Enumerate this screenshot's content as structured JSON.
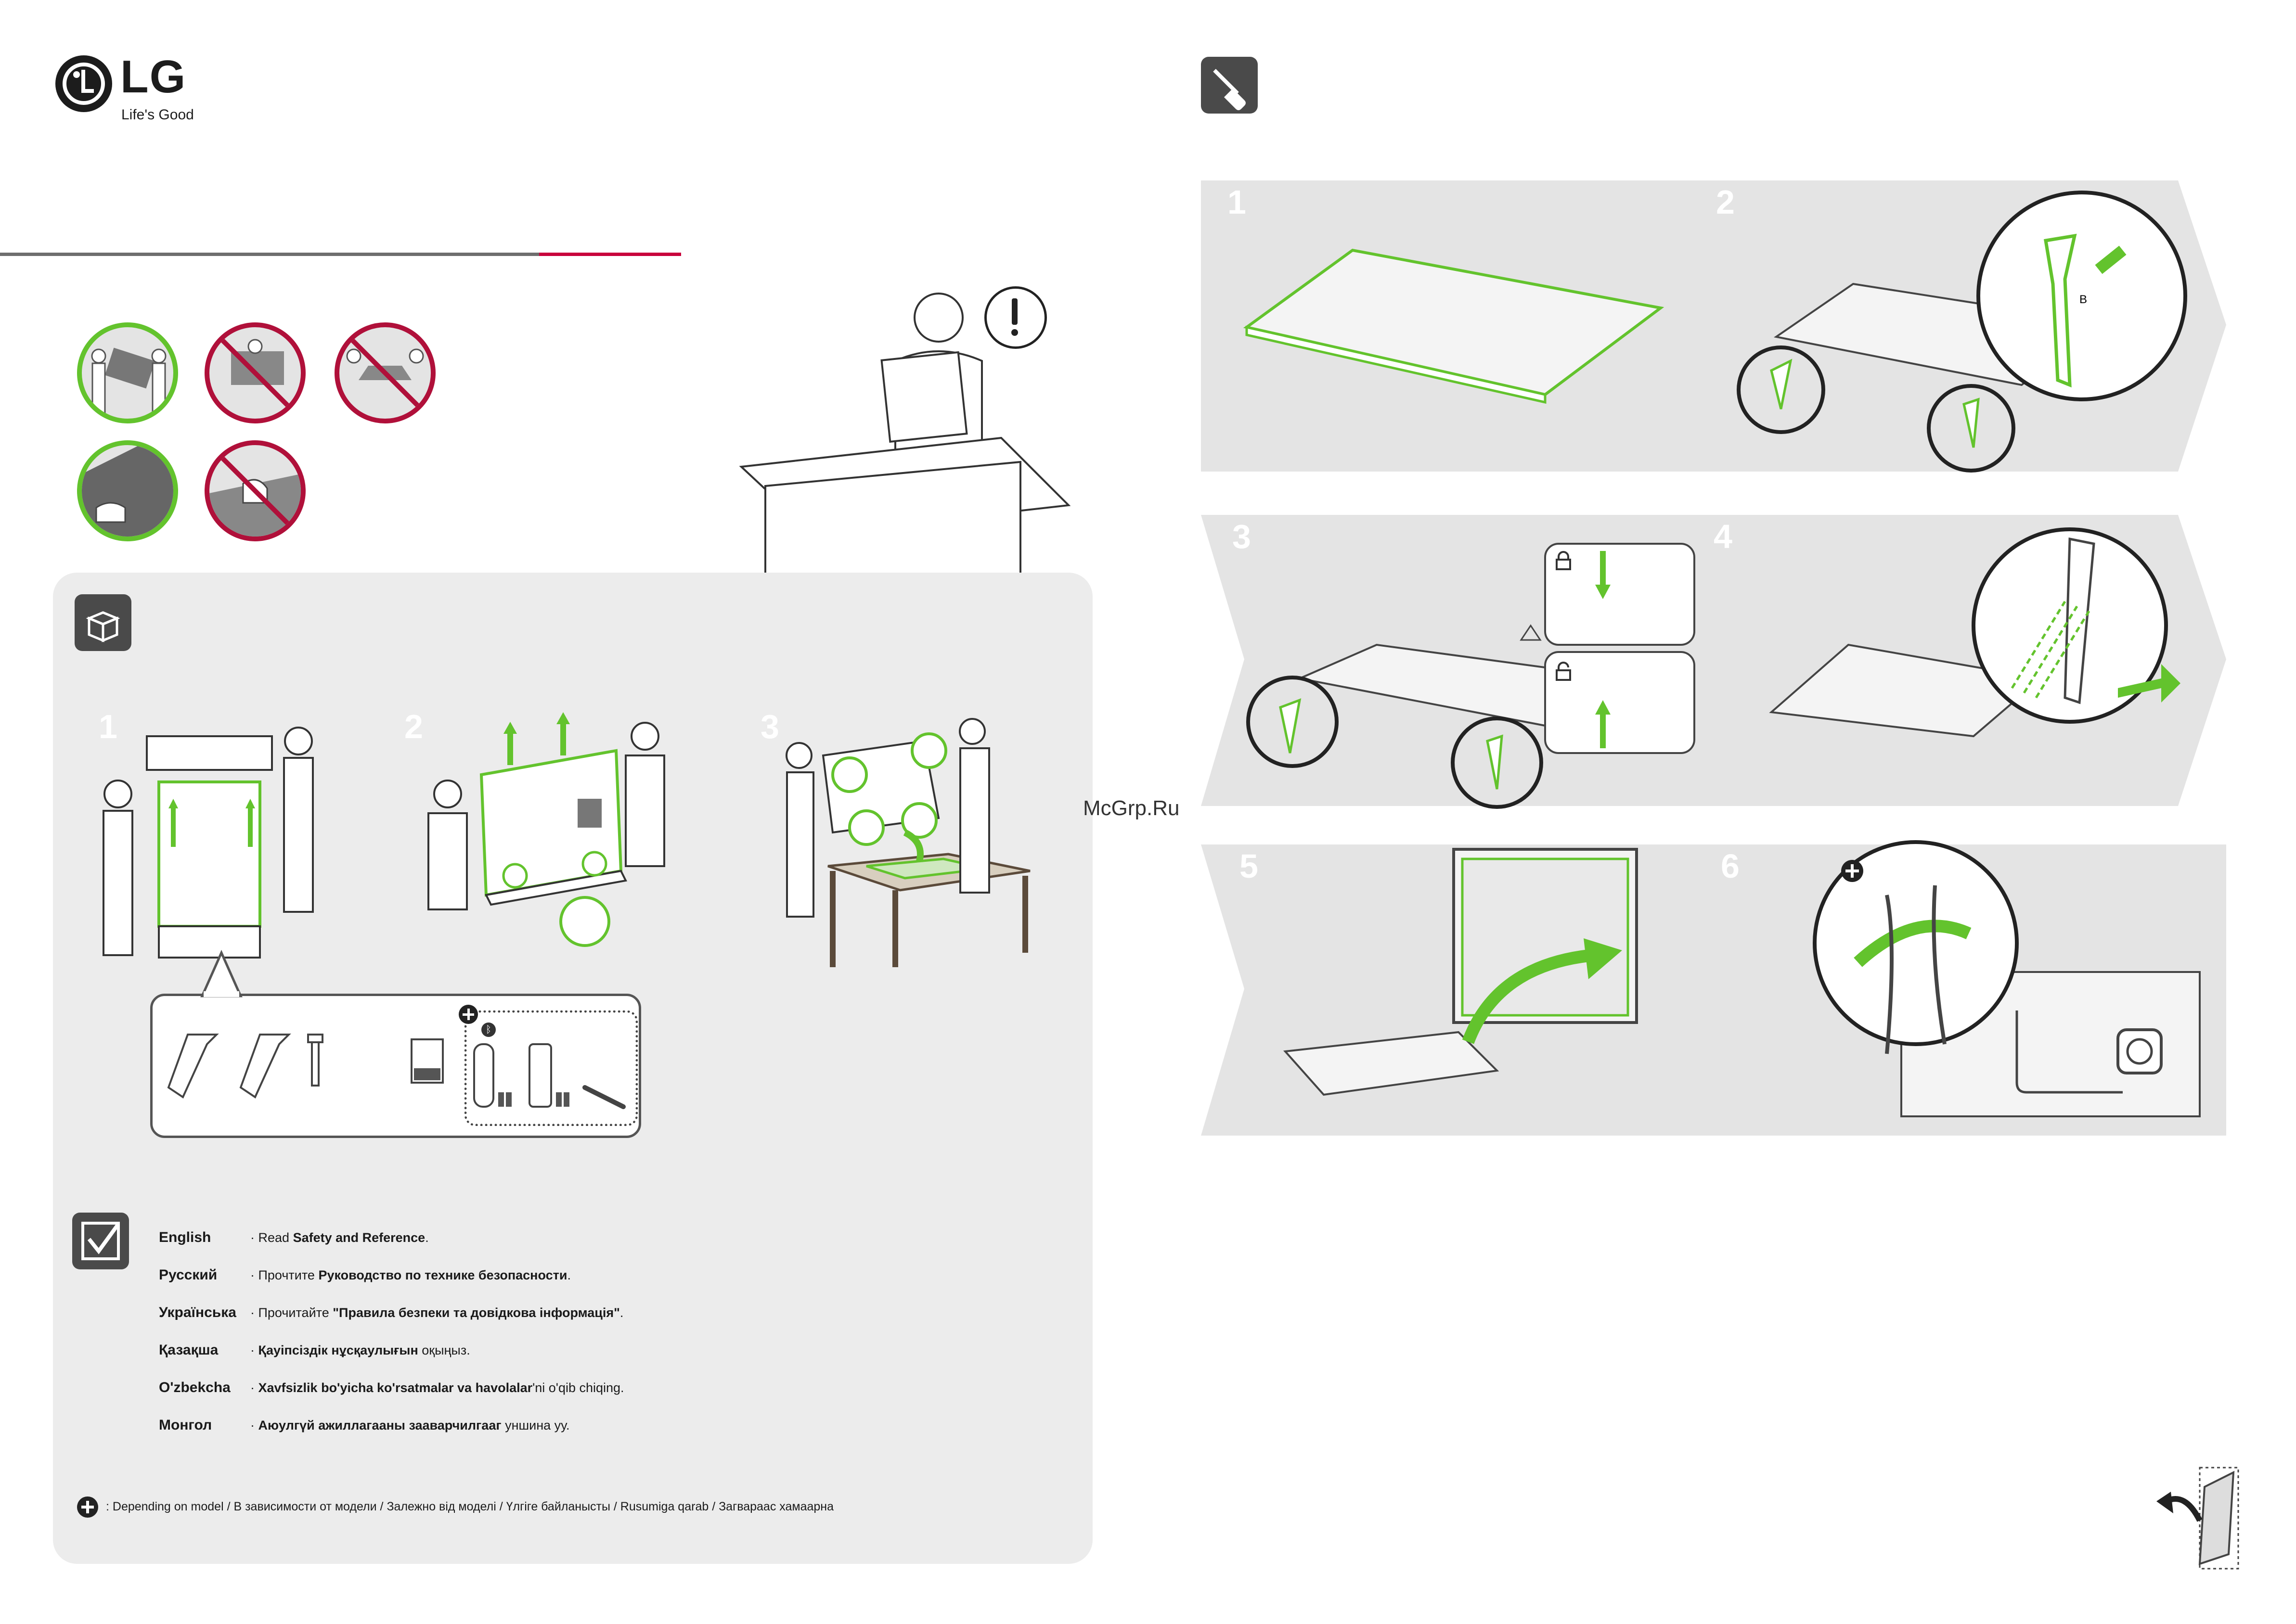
{
  "brand": {
    "name": "LG",
    "tagline": "Life's Good"
  },
  "steps_right": [
    "1",
    "2",
    "3",
    "4",
    "5",
    "6"
  ],
  "steps_left": [
    "1",
    "2",
    "3"
  ],
  "icons": {
    "install": "screwdriver-icon",
    "unbox": "box-icon",
    "check": "checklist-icon",
    "warning": "exclamation-icon",
    "plus": "plus-icon",
    "lock": "lock-icon",
    "unlock": "unlock-icon",
    "bluetooth": "bluetooth-icon",
    "page_turn": "page-turn-icon"
  },
  "labels": {
    "b_marker": "B",
    "watermark": "McGrp.Ru"
  },
  "colors": {
    "accent_green": "#63c32d",
    "prohibit_red": "#b0103a",
    "panel_gray": "#e4e4e4",
    "brand_red": "#c8003c"
  },
  "instructions": [
    {
      "lang": "English",
      "pre": "Read ",
      "bold": "Safety and Reference",
      "post": "."
    },
    {
      "lang": "Русский",
      "pre": "Прочтите ",
      "bold": "Руководство по технике безопасности",
      "post": "."
    },
    {
      "lang": "Українська",
      "pre": "Прочитайте ",
      "bold": "\"Правила безпеки та довідкова інформація\"",
      "post": "."
    },
    {
      "lang": "Қазақша",
      "pre": "",
      "bold": "Қауіпсіздік нұсқаулығын",
      "post": " оқыңыз."
    },
    {
      "lang": "O'zbekcha",
      "pre": "",
      "bold": "Xavfsizlik bo'yicha ko'rsatmalar va havolalar",
      "post": "'ni o'qib chiqing."
    },
    {
      "lang": "Монгол",
      "pre": "",
      "bold": "Аюулгүй ажиллагааны зааварчилгааг",
      "post": " уншина уу."
    }
  ],
  "footnote": ": Depending on model / В зависимости от модели / Залежно від моделі / Үлгіге байланысты / Rusumiga qarab / Загвараас хамаарна"
}
